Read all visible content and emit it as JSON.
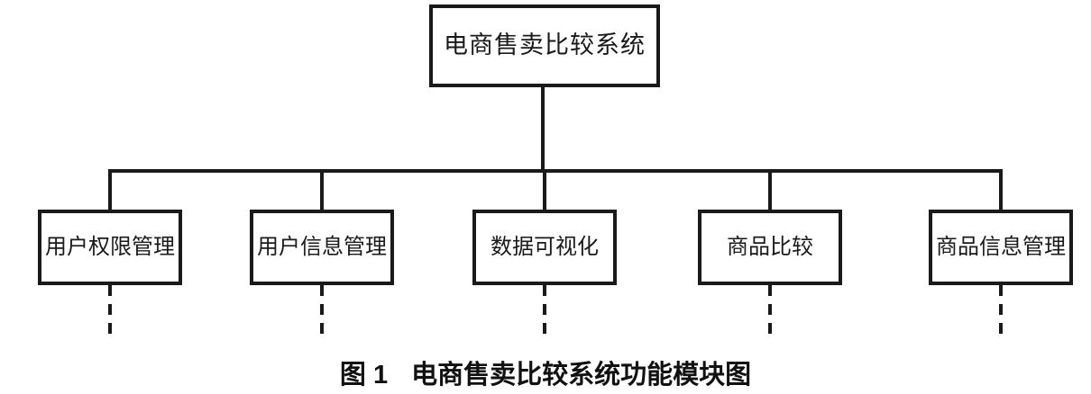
{
  "figure_caption": {
    "fig_label": "图 1",
    "title": "电商售卖比较系统功能模块图"
  },
  "diagram": {
    "root": {
      "label": "电商售卖比较系统"
    },
    "children": [
      {
        "label": "用户权限管理"
      },
      {
        "label": "用户信息管理"
      },
      {
        "label": "数据可视化"
      },
      {
        "label": "商品比较"
      },
      {
        "label": "商品信息管理"
      }
    ],
    "colors": {
      "line": "#1a1a1a",
      "background": "#ffffff",
      "caption_text": "#111111"
    }
  }
}
